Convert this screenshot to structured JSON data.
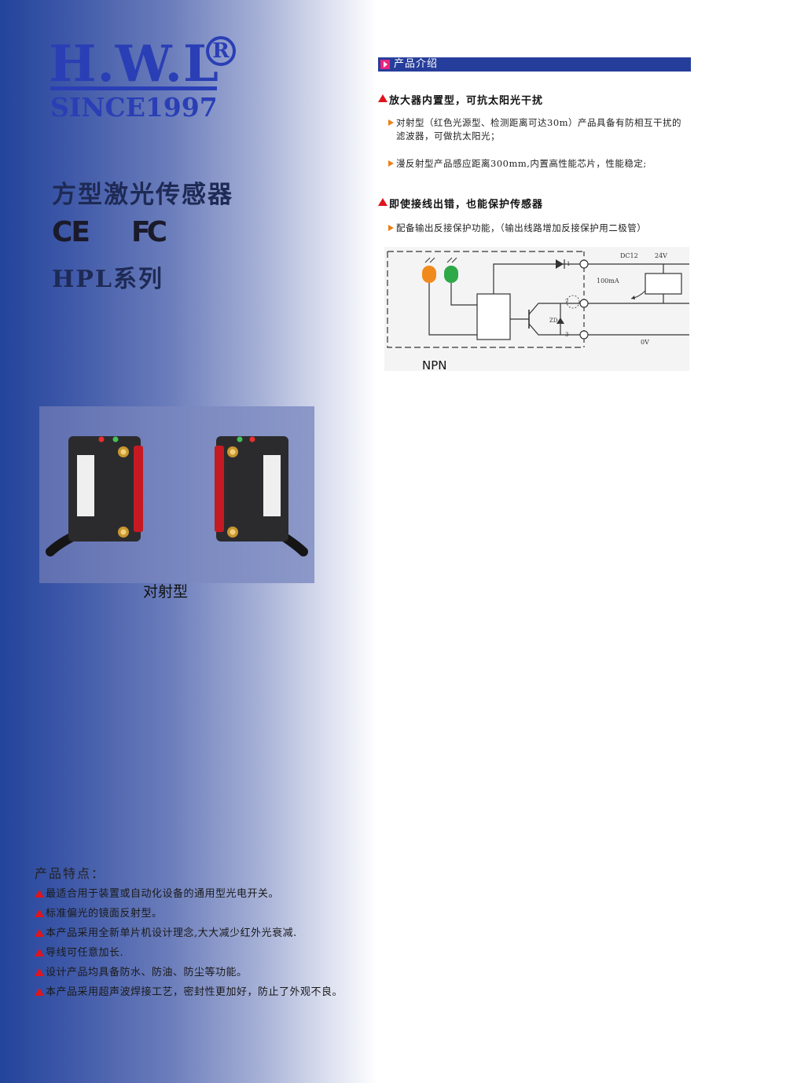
{
  "logo": {
    "brand": "H.W.L",
    "registered": "R",
    "since": "SINCE1997"
  },
  "product": {
    "title": "方型激光传感器",
    "certifications": [
      "CE",
      "FC"
    ],
    "series": "HPL系列"
  },
  "photo": {
    "caption": "对射型"
  },
  "features": {
    "title": "产品特点：",
    "items": [
      "最适合用于装置或自动化设备的通用型光电开关。",
      "标准偏光的镜面反射型。",
      "本产品采用全新单片机设计理念,大大减少红外光衰减.",
      "导线可任意加长.",
      "设计产品均具备防水、防油、防尘等功能。",
      "本产品采用超声波焊接工艺，密封性更加好，防止了外观不良。"
    ]
  },
  "intro": {
    "section_title": "产品介绍",
    "heading1": "放大器内置型，可抗太阳光干扰",
    "bullet1": "对射型（红色光源型、检测距离可达30m）产品具备有防相互干扰的滤波器，可做抗太阳光；",
    "bullet2": "漫反射型产品感应距离300mm,内置高性能芯片，性能稳定;",
    "heading2": "即使接线出错，也能保护传感器",
    "bullet3": "配备输出反接保护功能，（输出线路增加反接保护用二极管）"
  },
  "circuit": {
    "label_dc": "DC12",
    "label_24v": "24V",
    "label_100ma": "100mA",
    "label_0v": "0V",
    "label_zd": "ZD",
    "terminal_1": "1",
    "terminal_2": "2",
    "terminal_3": "3",
    "type_label": "NPN",
    "colors": {
      "orange_led": "#f08a1c",
      "green_led": "#2fa84a"
    }
  },
  "colors": {
    "brand_blue": "#2a3fb5",
    "bar_blue": "#263e9b",
    "accent_red": "#e0141c",
    "accent_orange": "#e8811a"
  }
}
